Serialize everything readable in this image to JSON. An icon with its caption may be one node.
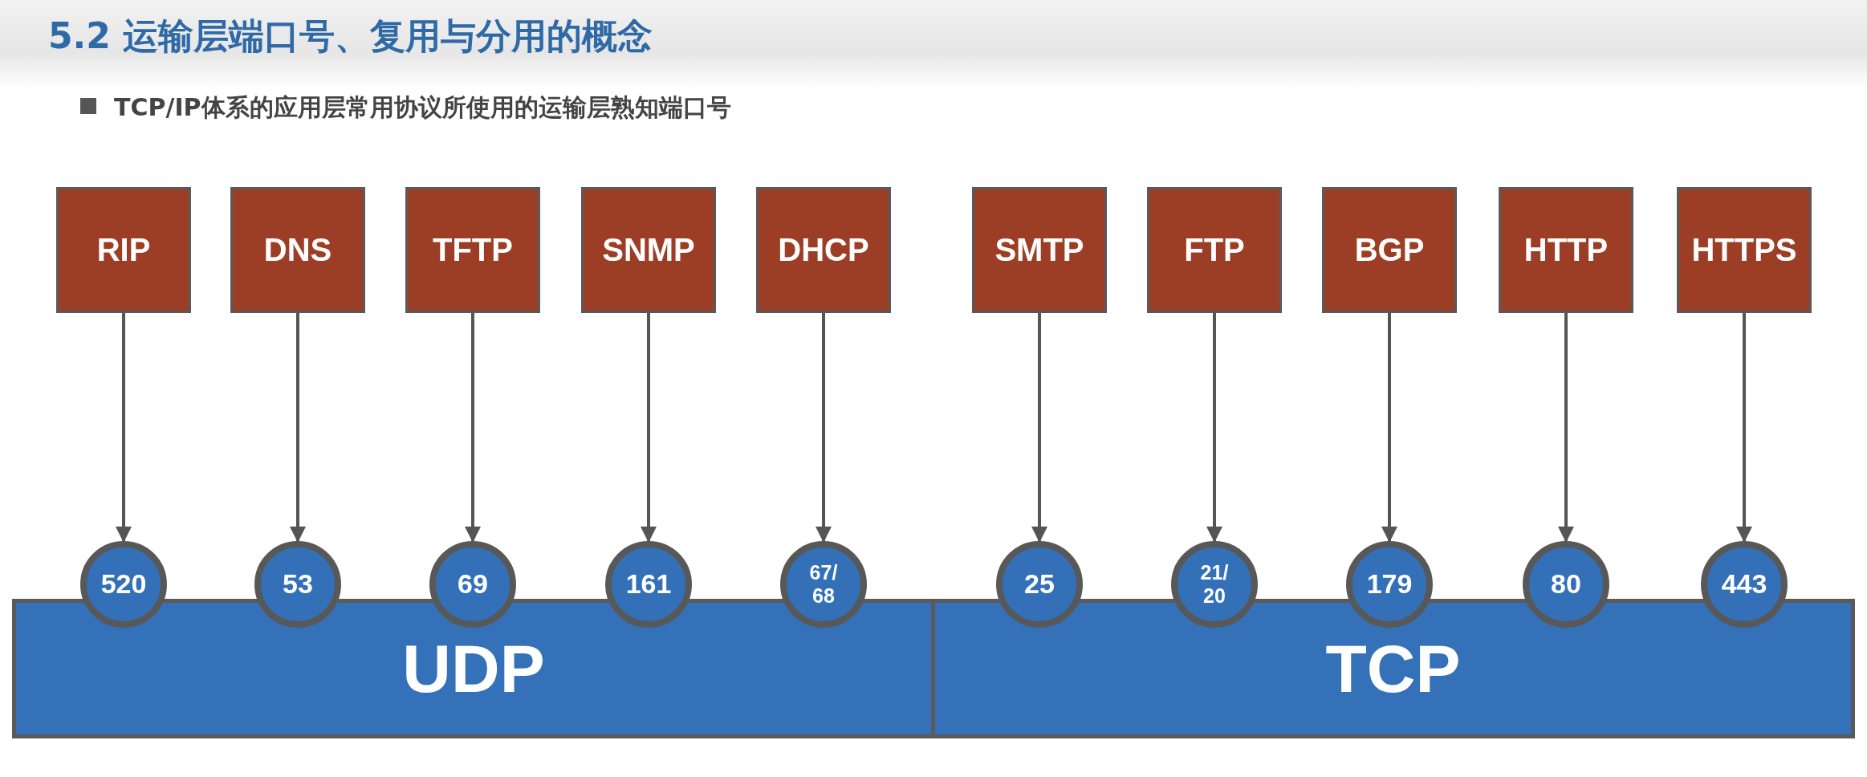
{
  "diagram": {
    "title": "5.2 运输层端口号、复用与分用的概念",
    "nodes": [
      {
        "text": [
          "RIP"
        ]
      },
      {
        "text": [
          "DNS"
        ]
      },
      {
        "text": [
          "TFTP"
        ]
      },
      {
        "text": [
          "SNMP"
        ]
      },
      {
        "text": [
          "DHCP"
        ]
      },
      {
        "text": [
          "SMTP"
        ]
      },
      {
        "text": [
          "FTP"
        ]
      },
      {
        "text": [
          "BGP"
        ]
      },
      {
        "text": [
          "HTTP"
        ]
      },
      {
        "text": [
          "HTTPS"
        ]
      },
      {
        "text": [
          "520"
        ]
      },
      {
        "text": [
          "53"
        ]
      },
      {
        "text": [
          "69"
        ]
      },
      {
        "text": [
          "161"
        ]
      },
      {
        "text": [
          "67/68"
        ]
      },
      {
        "text": [
          "25"
        ]
      },
      {
        "text": [
          "21/20"
        ]
      },
      {
        "text": [
          "179"
        ]
      },
      {
        "text": [
          "80"
        ]
      },
      {
        "text": [
          "443"
        ]
      },
      {
        "text": [
          "UDP"
        ]
      },
      {
        "text": [
          "TCP"
        ]
      }
    ],
    "edges": [
      {
        "from": 0,
        "to": 10,
        "arrow": "to"
      },
      {
        "from": 1,
        "to": 11,
        "arrow": "to"
      },
      {
        "from": 2,
        "to": 12,
        "arrow": "to"
      },
      {
        "from": 3,
        "to": 13,
        "arrow": "to"
      },
      {
        "from": 4,
        "to": 14,
        "arrow": "to"
      },
      {
        "from": 5,
        "to": 15,
        "arrow": "to"
      },
      {
        "from": 6,
        "to": 16,
        "arrow": "to"
      },
      {
        "from": 7,
        "to": 17,
        "arrow": "to"
      },
      {
        "from": 8,
        "to": 18,
        "arrow": "to"
      },
      {
        "from": 9,
        "to": 19,
        "arrow": "to"
      }
    ],
    "labels": [
      "TCP/IP体系的应用层常用协议所使用的运输层熟知端口号"
    ]
  }
}
